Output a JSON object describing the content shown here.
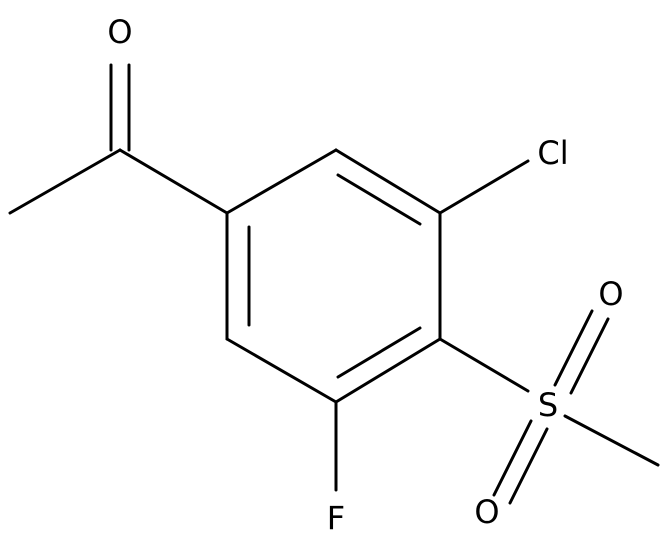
{
  "molecule": {
    "atoms": {
      "carbonyl_oxygen": "O",
      "chlorine": "Cl",
      "sulfur": "S",
      "sulfonyl_oxygen_top": "O",
      "sulfonyl_oxygen_bottom": "O",
      "fluorine": "F"
    },
    "colors": {
      "bond": "#000000",
      "label": "#000000",
      "background": "#ffffff"
    }
  }
}
